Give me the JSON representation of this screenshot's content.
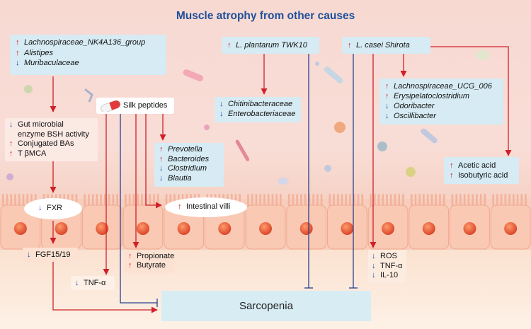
{
  "title": "Muscle atrophy from other causes",
  "box_lachno": {
    "items": [
      {
        "dir": "up",
        "text": "Lachnospiraceae_NK4A136_group"
      },
      {
        "dir": "up",
        "text": "Alistipes"
      },
      {
        "dir": "down",
        "text": "Muribaculaceae"
      }
    ]
  },
  "box_bsh": {
    "items": [
      {
        "dir": "down",
        "text": "Gut microbial"
      },
      {
        "dir": "",
        "text": "enzyme BSH activity"
      },
      {
        "dir": "up",
        "text": "Conjugated BAs"
      },
      {
        "dir": "up",
        "text": "T βMCA"
      }
    ]
  },
  "silk_peptides": "Silk peptides",
  "box_prevotella": {
    "items": [
      {
        "dir": "up",
        "text": "Prevotella"
      },
      {
        "dir": "up",
        "text": "Bacteroides"
      },
      {
        "dir": "down",
        "text": "Clostridium"
      },
      {
        "dir": "down",
        "text": "Blautia"
      }
    ]
  },
  "box_twk10": {
    "dir": "up",
    "text": "L. plantarum TWK10"
  },
  "box_chitin": {
    "items": [
      {
        "dir": "down",
        "text": "Chitinibacteraceae"
      },
      {
        "dir": "down",
        "text": "Enterobacteriaceae"
      }
    ]
  },
  "box_shirota": {
    "dir": "up",
    "text": "L. casei Shirota"
  },
  "box_ucg": {
    "items": [
      {
        "dir": "up",
        "text": "Lachnospiraceae_UCG_006"
      },
      {
        "dir": "up",
        "text": "Erysipelatoclostridium"
      },
      {
        "dir": "down",
        "text": "Odoribacter"
      },
      {
        "dir": "down",
        "text": "Oscillibacter"
      }
    ]
  },
  "box_acids": {
    "items": [
      {
        "dir": "up",
        "text": "Acetic acid"
      },
      {
        "dir": "up",
        "text": "Isobutyric acid"
      }
    ]
  },
  "fxr": {
    "dir": "down",
    "text": "FXR"
  },
  "villi": {
    "dir": "up",
    "text": "Intestinal villi"
  },
  "fgf": {
    "dir": "down",
    "text": "FGF15/19"
  },
  "tnf_left": {
    "dir": "down",
    "text": "TNF-α"
  },
  "scfa": {
    "items": [
      {
        "dir": "up",
        "text": "Propionate"
      },
      {
        "dir": "up",
        "text": "Butyrate"
      }
    ]
  },
  "inflam": {
    "items": [
      {
        "dir": "down",
        "text": "ROS"
      },
      {
        "dir": "down",
        "text": "TNF-α"
      },
      {
        "dir": "down",
        "text": "IL-10"
      }
    ]
  },
  "sarcopenia": "Sarcopenia",
  "colors": {
    "up": "#d0202a",
    "down": "#1f4aa3",
    "box": "#d6ebf3",
    "title": "#1f4f9b"
  }
}
